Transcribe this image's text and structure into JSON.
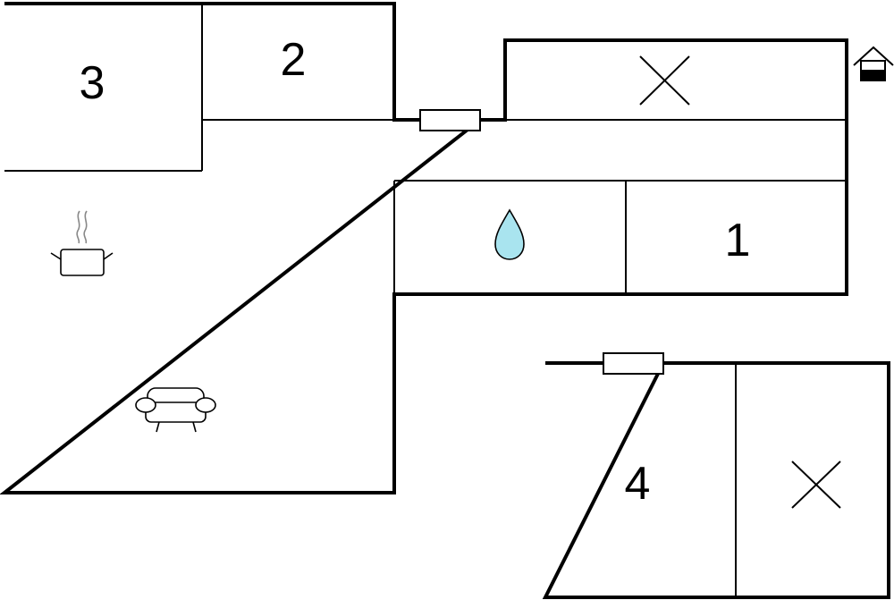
{
  "floorplan": {
    "colors": {
      "wall": "#000000",
      "background": "#ffffff",
      "water": "#a9e4ef"
    },
    "rooms": [
      {
        "id": "room-3",
        "label": "3"
      },
      {
        "id": "room-2",
        "label": "2"
      },
      {
        "id": "room-1",
        "label": "1"
      },
      {
        "id": "room-4",
        "label": "4"
      }
    ],
    "icons": [
      {
        "id": "crossed-room-top",
        "kind": "cross-icon"
      },
      {
        "id": "crossed-room-bottom",
        "kind": "cross-icon"
      },
      {
        "id": "bathroom",
        "kind": "water-drop-icon"
      },
      {
        "id": "kitchen",
        "kind": "cooking-pot-icon"
      },
      {
        "id": "living-room",
        "kind": "sofa-icon"
      },
      {
        "id": "entrance",
        "kind": "house-entrance-icon"
      }
    ]
  }
}
